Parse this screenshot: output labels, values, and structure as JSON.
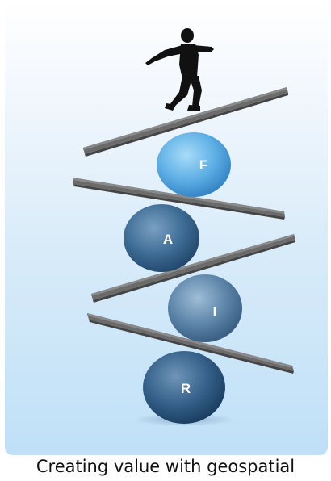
{
  "balls": [
    {
      "letter": "F",
      "fill_light": "#7cc4f0",
      "fill_dark": "#3a8fd0"
    },
    {
      "letter": "A",
      "fill_light": "#4f7fa8",
      "fill_dark": "#2a4f78"
    },
    {
      "letter": "I",
      "fill_light": "#6f97b8",
      "fill_dark": "#3f6a90"
    },
    {
      "letter": "R",
      "fill_light": "#3f6e95",
      "fill_dark": "#1f4468"
    }
  ],
  "caption": "Creating value with geospatial",
  "colors": {
    "beam": "#666666",
    "beam_edge": "#4a4a4a",
    "figure": "#111111"
  },
  "icons": {
    "figure": "balancing-person-icon"
  }
}
